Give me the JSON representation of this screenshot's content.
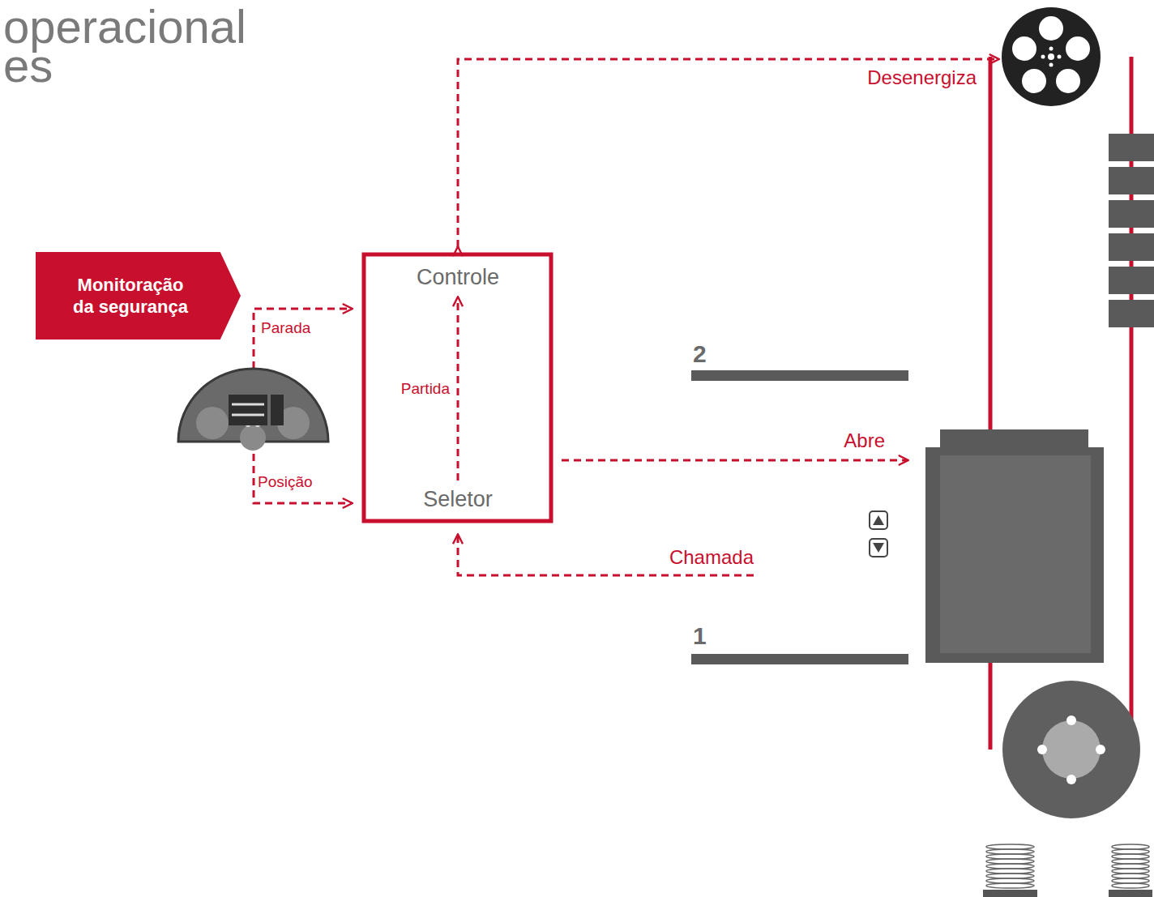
{
  "diagram": {
    "nodes": [
      {
        "text": [
          "Monitoração da segurança"
        ]
      },
      {
        "text": [
          "Controle"
        ]
      },
      {
        "text": [
          "Seletor"
        ]
      }
    ],
    "edges": [
      {
        "from": 2,
        "to": 1,
        "label": "Partida",
        "arrow": "to"
      }
    ],
    "labels": [
      "operacional",
      "es",
      "Desenergiza",
      "Parada",
      "Posição",
      "Abre",
      "Chamada",
      "2",
      "1"
    ]
  }
}
